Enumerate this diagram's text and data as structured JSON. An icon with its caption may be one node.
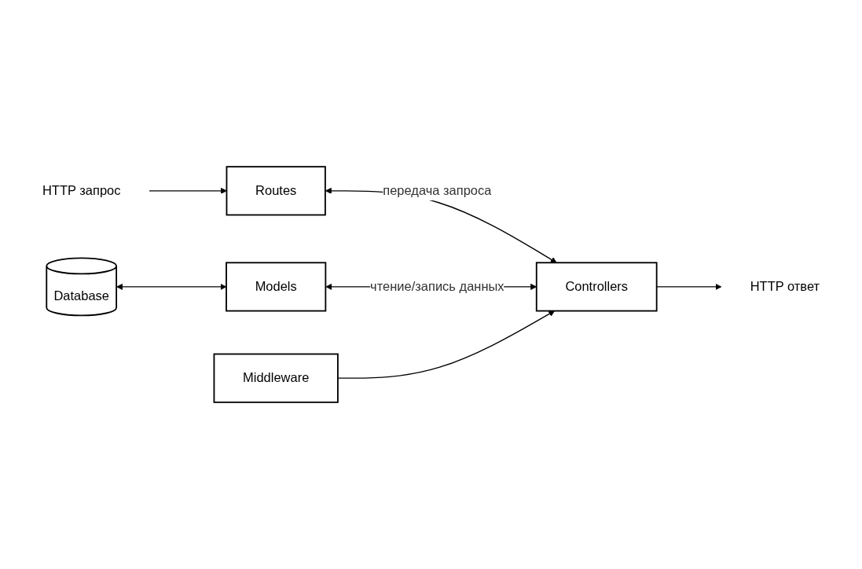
{
  "diagram": {
    "nodes": [
      {
        "text": [
          "Routes"
        ]
      },
      {
        "text": [
          "HTTP запрос"
        ]
      },
      {
        "text": [
          "Database"
        ]
      },
      {
        "text": [
          "Models"
        ]
      },
      {
        "text": [
          "Controllers"
        ]
      },
      {
        "text": [
          "HTTP ответ"
        ]
      },
      {
        "text": [
          "Middleware"
        ]
      }
    ],
    "edges": [
      {
        "from": 1,
        "to": 0,
        "arrow": "to"
      },
      {
        "from": 0,
        "to": 4,
        "arrow": "both",
        "label": "передача запроса"
      },
      {
        "from": 2,
        "to": 3,
        "arrow": "both"
      },
      {
        "from": 3,
        "to": 4,
        "arrow": "both",
        "label": "чтение/запись данных"
      },
      {
        "from": 4,
        "to": 5,
        "arrow": "to"
      },
      {
        "from": 6,
        "to": 4,
        "arrow": "to"
      }
    ]
  }
}
